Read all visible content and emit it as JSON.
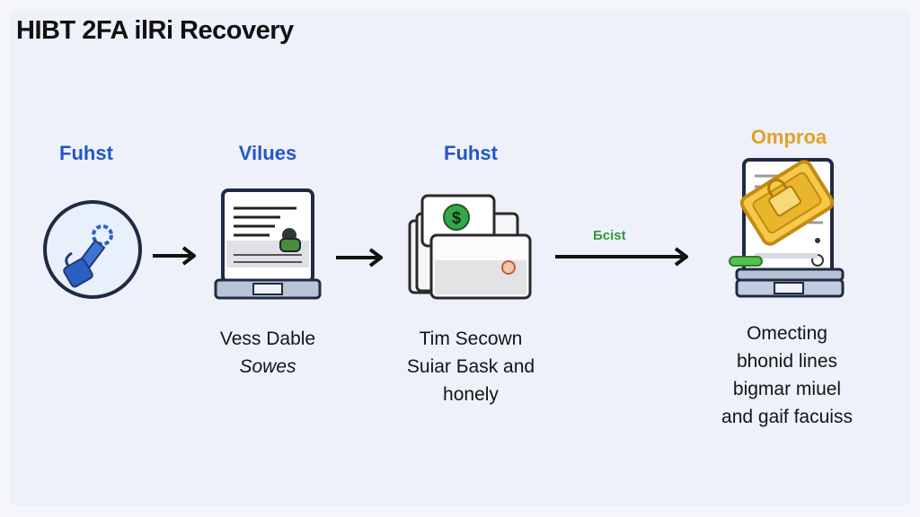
{
  "title": "HIBT 2FA ilRi Recovery",
  "steps": [
    {
      "label": "Fuhst",
      "icon": "key-shield-icon",
      "caption": []
    },
    {
      "label": "Vilues",
      "icon": "document-id-icon",
      "caption": [
        "Vess Dable",
        "Sowes"
      ]
    },
    {
      "label": "Fuhst",
      "icon": "payment-documents-icon",
      "caption": [
        "Tim Secown",
        "Suiar Бask and",
        "honely"
      ]
    },
    {
      "label": "Omproa",
      "icon": "gold-lock-document-icon",
      "caption": [
        "Omecting",
        "bhonid lines",
        "bigmar miuel",
        "and gaif facuiss"
      ]
    }
  ],
  "arrow_label": "Бcist",
  "colors": {
    "label_blue": "#2456c5",
    "label_orange": "#e3a126",
    "gold": "#e9b52c",
    "money_green": "#37a84a",
    "arrow_green": "#2f9a3a"
  }
}
